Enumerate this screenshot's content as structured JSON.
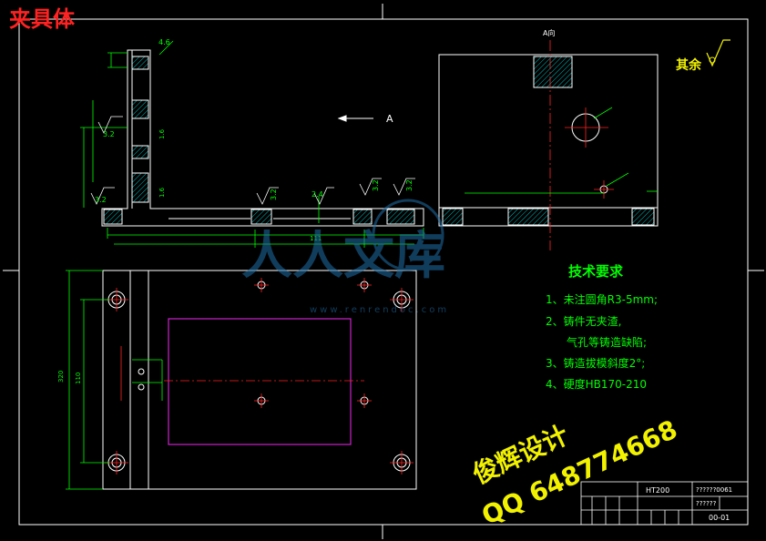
{
  "title": "夹具体",
  "watermark": {
    "text": "人人文库",
    "url": "www.renrendoc.com"
  },
  "view_label": "A向",
  "arrow_label": "A",
  "surface_finish_note": "其余",
  "tech_requirements": {
    "heading": "技术要求",
    "items": [
      "1、未注圆角R3-5mm;",
      "2、铸件无夹渣,",
      "气孔等铸造缺陷;",
      "3、铸造拔模斜度2°;",
      "4、硬度HB170-210"
    ]
  },
  "promo": {
    "line1": "俊辉设计",
    "line2": "QQ 648774668"
  },
  "title_block": {
    "material": "HT200",
    "code": "??????0061",
    "code2": "??????",
    "drawing_no": "00-01"
  },
  "dimensions": {
    "d1": "4.6",
    "d2": "3.2",
    "d3": "1.6",
    "d4": "2.4",
    "d5": "111",
    "d6": "110",
    "d7": "320"
  },
  "colors": {
    "background": "#000000",
    "border": "#ffffff",
    "dimension": "#00ff00",
    "centerline": "#ff2222",
    "hatch": "#00cccc",
    "annotation": "#f2f200",
    "window": "#cc22cc"
  }
}
